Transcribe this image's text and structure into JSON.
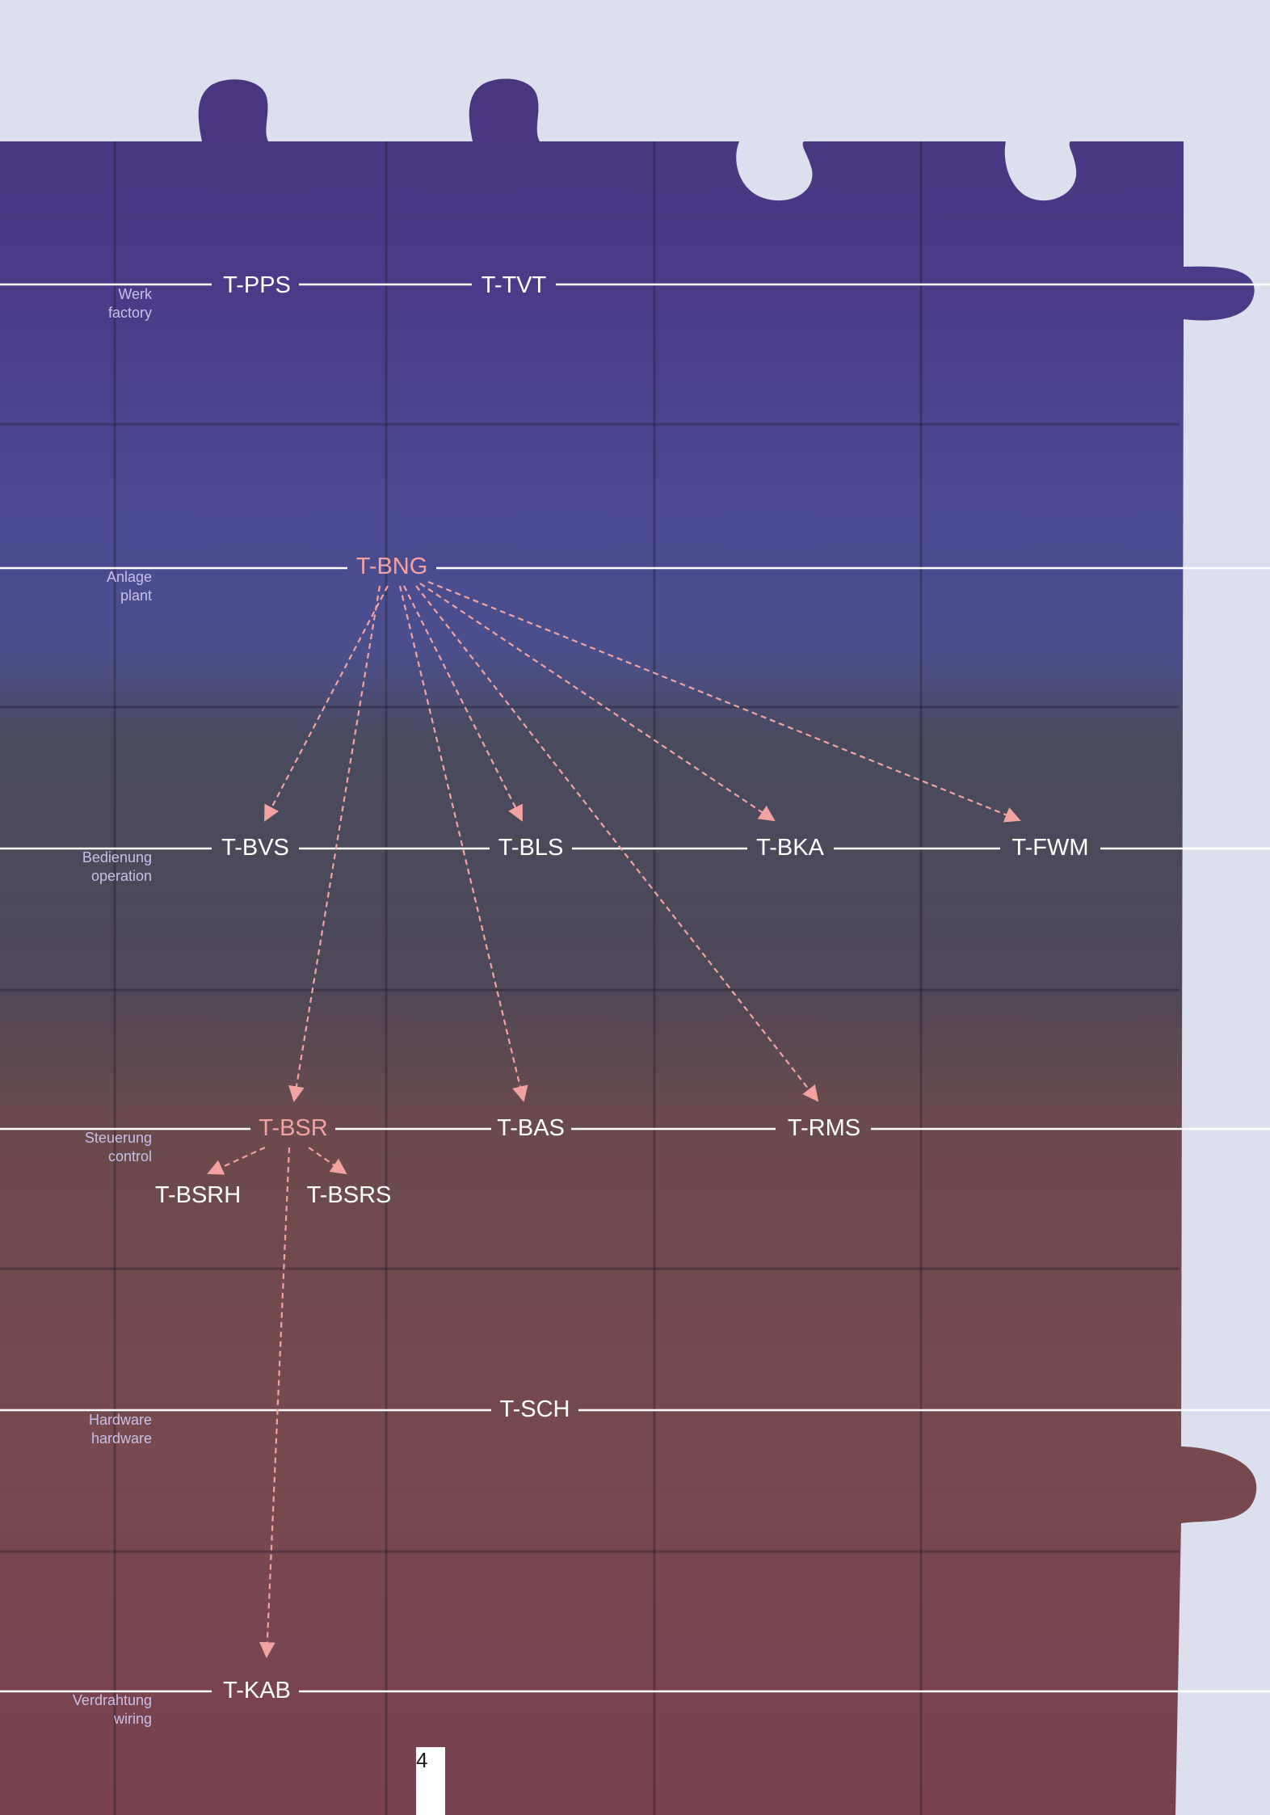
{
  "colors": {
    "background_top": "#dcdfee",
    "band_colors": [
      "#4a3b86",
      "#4b4991",
      "#4a4a5c",
      "#6a4a4c",
      "#7a4a4c",
      "#7a4450"
    ],
    "right_strip": "#dcdfee",
    "puzzle_edge": "#1e1826",
    "line": "#ffffff",
    "node_text": "#ffffff",
    "highlight": "#f3a2a2",
    "level_label": "#c7c0ea"
  },
  "diagram": {
    "levels": [
      {
        "id": "werk",
        "de": "Werk",
        "en": "factory"
      },
      {
        "id": "anlage",
        "de": "Anlage",
        "en": "plant"
      },
      {
        "id": "bedienung",
        "de": "Bedienung",
        "en": "operation"
      },
      {
        "id": "steuerung",
        "de": "Steuerung",
        "en": "control"
      },
      {
        "id": "hardware",
        "de": "Hardware",
        "en": "hardware"
      },
      {
        "id": "verdrahtung",
        "de": "Verdrahtung",
        "en": "wiring"
      }
    ],
    "nodes": [
      {
        "id": "tpps",
        "label": "T-PPS",
        "level": "werk",
        "highlight": false
      },
      {
        "id": "ttvt",
        "label": "T-TVT",
        "level": "werk",
        "highlight": false
      },
      {
        "id": "tbng",
        "label": "T-BNG",
        "level": "anlage",
        "highlight": true
      },
      {
        "id": "tbvs",
        "label": "T-BVS",
        "level": "bedienung",
        "highlight": false
      },
      {
        "id": "tbls",
        "label": "T-BLS",
        "level": "bedienung",
        "highlight": false
      },
      {
        "id": "tbka",
        "label": "T-BKA",
        "level": "bedienung",
        "highlight": false
      },
      {
        "id": "tfwm",
        "label": "T-FWM",
        "level": "bedienung",
        "highlight": false
      },
      {
        "id": "tbsr",
        "label": "T-BSR",
        "level": "steuerung",
        "highlight": true
      },
      {
        "id": "tbas",
        "label": "T-BAS",
        "level": "steuerung",
        "highlight": false
      },
      {
        "id": "trms",
        "label": "T-RMS",
        "level": "steuerung",
        "highlight": false
      },
      {
        "id": "tbsrh",
        "label": "T-BSRH",
        "level": "steuerung",
        "highlight": false
      },
      {
        "id": "tbsrs",
        "label": "T-BSRS",
        "level": "steuerung",
        "highlight": false
      },
      {
        "id": "tsch",
        "label": "T-SCH",
        "level": "hardware",
        "highlight": false
      },
      {
        "id": "tkab",
        "label": "T-KAB",
        "level": "verdrahtung",
        "highlight": false
      }
    ],
    "arrows": [
      {
        "from": "tbng",
        "to": "tbvs"
      },
      {
        "from": "tbng",
        "to": "tbsr"
      },
      {
        "from": "tbng",
        "to": "tbls"
      },
      {
        "from": "tbng",
        "to": "tbas"
      },
      {
        "from": "tbng",
        "to": "trms"
      },
      {
        "from": "tbng",
        "to": "tbka"
      },
      {
        "from": "tbng",
        "to": "tfwm"
      },
      {
        "from": "tbsr",
        "to": "tbsrh"
      },
      {
        "from": "tbsr",
        "to": "tbsrs"
      },
      {
        "from": "tbsr",
        "to": "tkab"
      }
    ]
  },
  "page_number": "4"
}
